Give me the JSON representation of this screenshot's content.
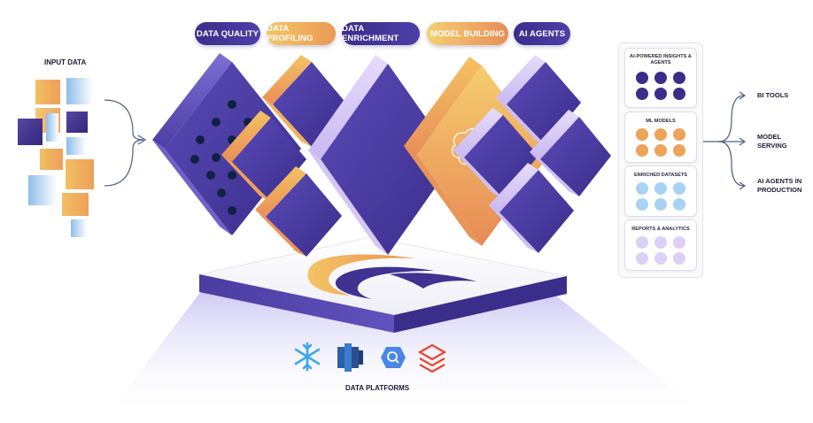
{
  "stages": [
    {
      "label": "DATA QUALITY"
    },
    {
      "label": "DATA PROFILING"
    },
    {
      "label": "DATA ENRICHMENT"
    },
    {
      "label": "MODEL BUILDING"
    },
    {
      "label": "AI AGENTS"
    }
  ],
  "input": {
    "label": "INPUT DATA"
  },
  "platforms": {
    "label": "DATA PLATFORMS",
    "icons": [
      "snowflake-icon",
      "redshift-icon",
      "bigquery-icon",
      "databricks-icon"
    ]
  },
  "products": [
    {
      "title": "AI-POWERED INSIGHTS & AGENTS",
      "dot_color": "#3b2d8a"
    },
    {
      "title": "ML MODELS",
      "dot_color": "#eda35a"
    },
    {
      "title": "ENRICHED DATASETS",
      "dot_color": "#a9d2f4"
    },
    {
      "title": "REPORTS & ANALYTICS",
      "dot_color": "#ddd0f7"
    }
  ],
  "outputs": [
    {
      "label": "BI TOOLS"
    },
    {
      "label": "MODEL SERVING"
    },
    {
      "label": "AI AGENTS IN PRODUCTION"
    }
  ],
  "colors": {
    "purple_dark": "#3a2d8a",
    "purple": "#5a4ab4",
    "orange": "#ec9a54",
    "gold": "#f3c566",
    "lavender": "#ddd0f7",
    "light_blue": "#a9d2f4"
  }
}
